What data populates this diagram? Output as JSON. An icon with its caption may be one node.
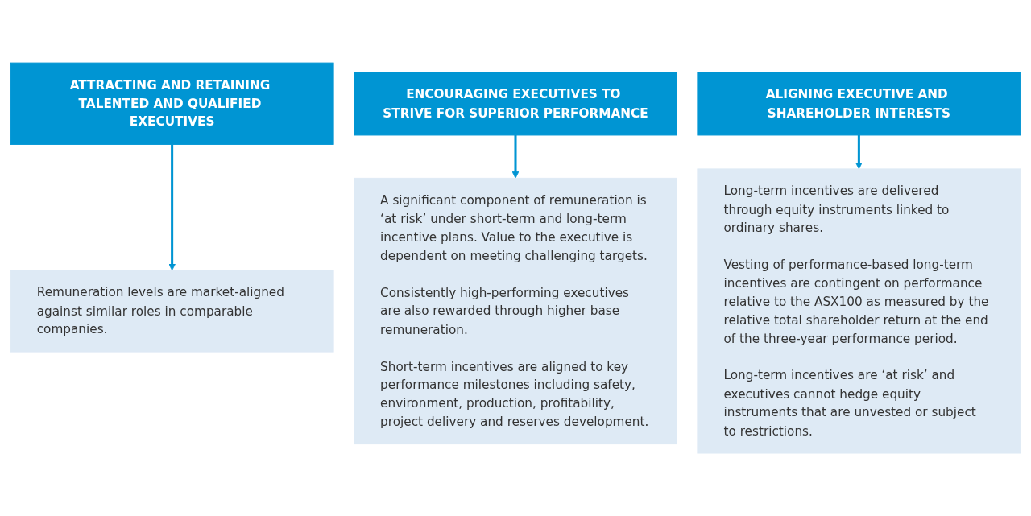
{
  "diagram": {
    "nodes": [
      {
        "text": [
          "ATTRACTING AND RETAINING TALENTED AND QUALIFIED EXECUTIVES"
        ]
      },
      {
        "text": [
          "Remuneration levels are market-aligned against similar roles in comparable companies."
        ]
      },
      {
        "text": [
          "ENCOURAGING EXECUTIVES TO STRIVE FOR SUPERIOR PERFORMANCE"
        ]
      },
      {
        "text": [
          "A significant component of remuneration is ‘at risk’ under short-term and long-term incentive plans. Value to the executive is dependent on meeting challenging targets.",
          "Consistently high-performing executives are also rewarded through higher base remuneration.",
          "Short-term incentives are aligned to key performance milestones including safety, environment, production, profitability, project delivery and reserves development."
        ]
      },
      {
        "text": [
          "ALIGNING EXECUTIVE AND SHAREHOLDER INTERESTS"
        ]
      },
      {
        "text": [
          "Long-term incentives are delivered through equity instruments linked to ordinary shares.",
          "Vesting of performance-based long-term incentives are contingent on performance relative to the ASX100 as measured by the relative total shareholder return at the end of the three-year performance period.",
          "Long-term incentives are ‘at risk’ and executives cannot hedge equity instruments that are unvested or subject to restrictions."
        ]
      }
    ],
    "edges": [
      {
        "from": 0,
        "to": 1,
        "arrow": "to"
      },
      {
        "from": 2,
        "to": 3,
        "arrow": "to"
      },
      {
        "from": 4,
        "to": 5,
        "arrow": "to"
      }
    ]
  }
}
